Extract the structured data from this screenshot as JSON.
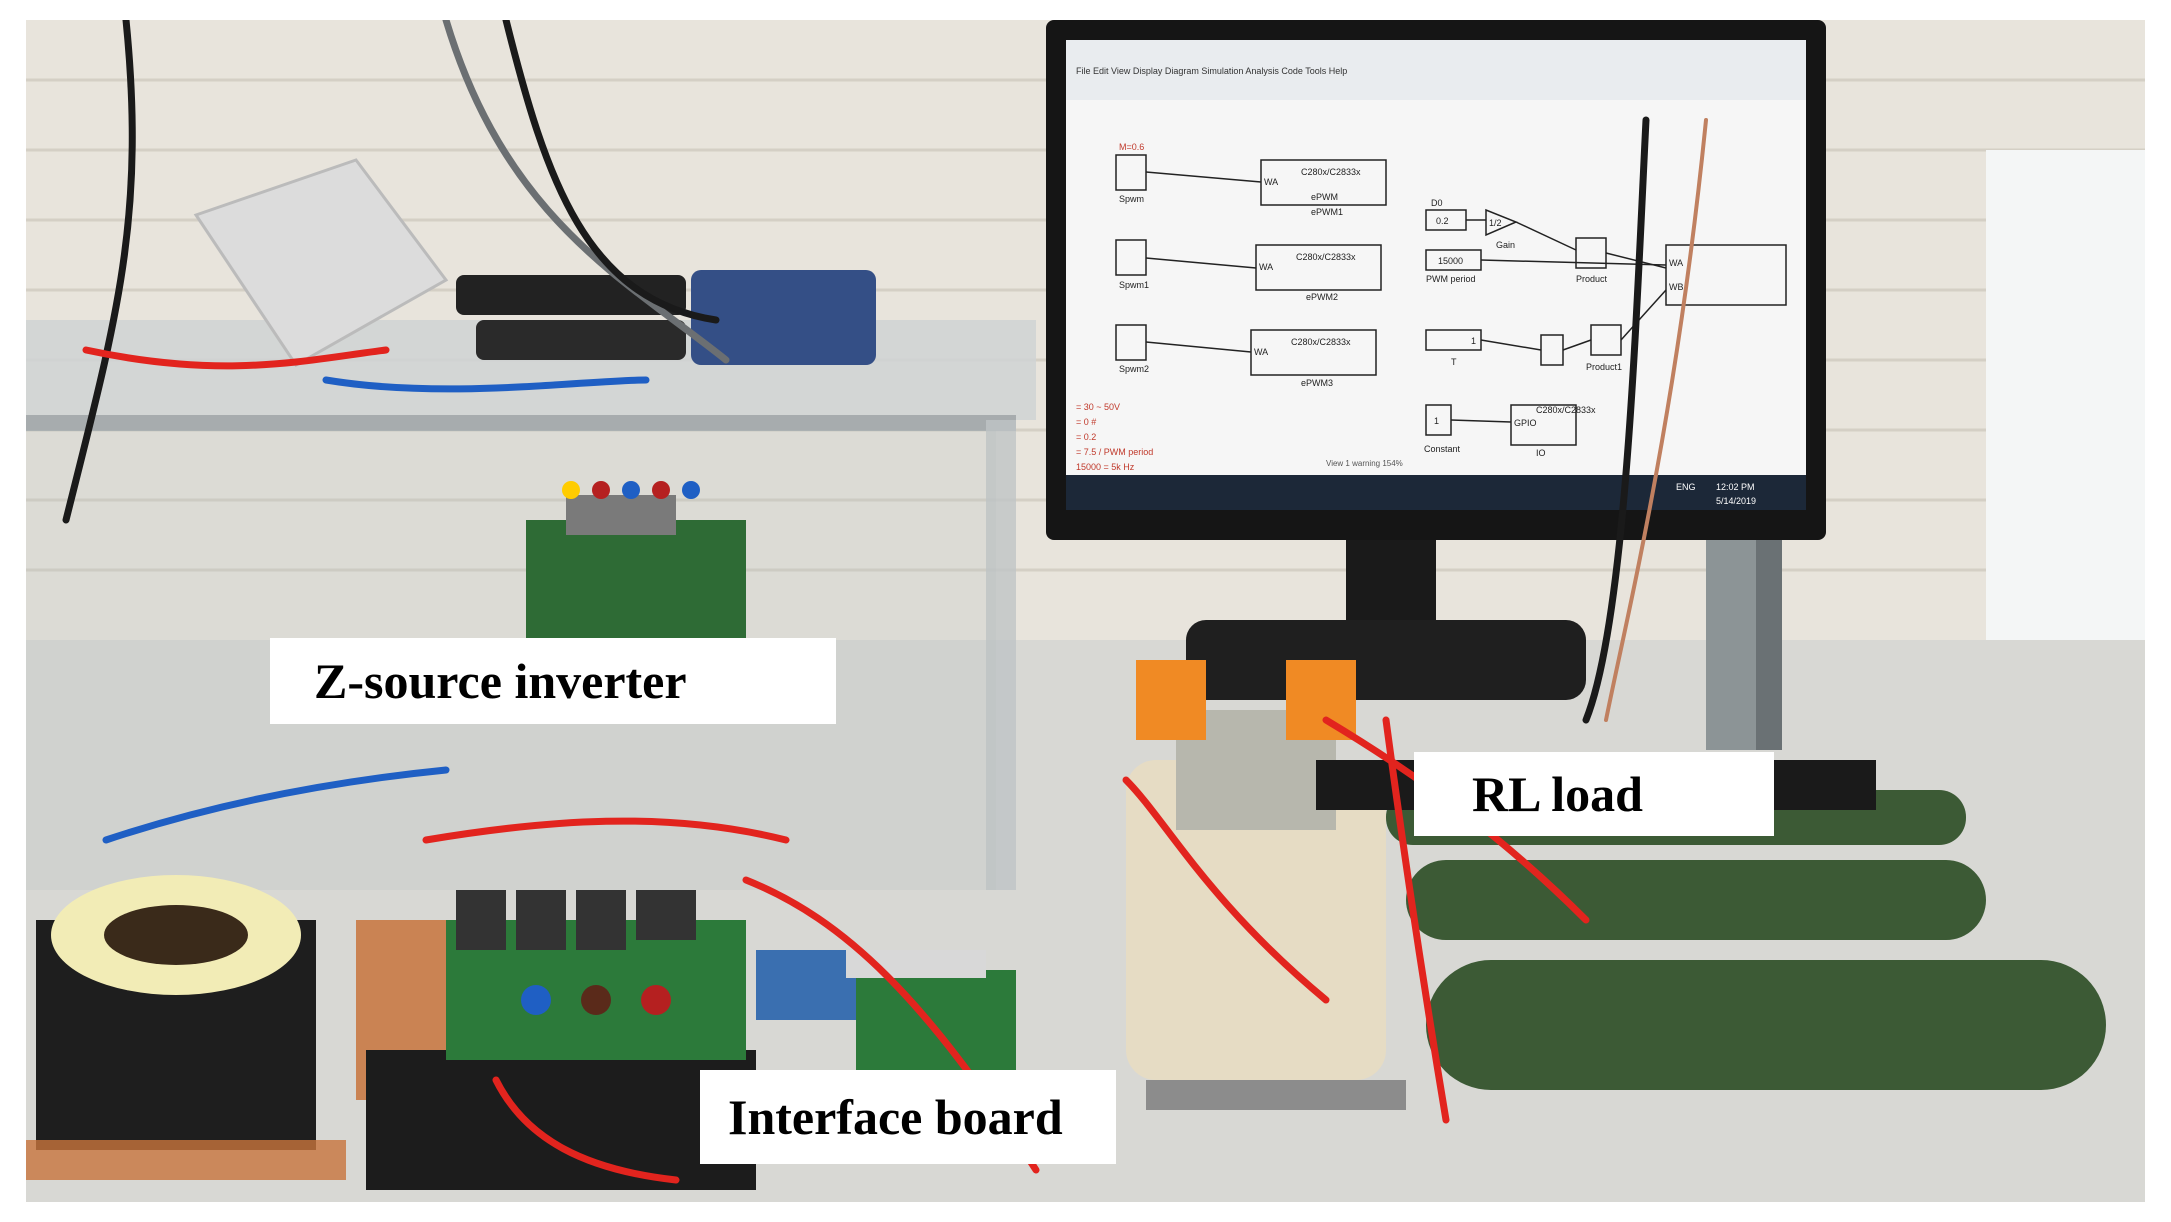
{
  "labels": {
    "z_source": "Z-source inverter",
    "rl_load": "RL load",
    "interface": "Interface board"
  },
  "monitor": {
    "blocks": {
      "m": "M=0.6",
      "spwm": "Spwm",
      "spwm1": "Spwm1",
      "spwm2": "Spwm2",
      "c2833": "C280x/C2833x",
      "epwm": "ePWM",
      "epwm1": "ePWM1",
      "epwm2": "ePWM2",
      "epwm3": "ePWM3",
      "wa": "WA",
      "wb": "WB",
      "d0": "D0",
      "d0val": "0.2",
      "half": "1/2",
      "gain": "Gain",
      "pwmval": "15000",
      "pwmper": "PWM period",
      "t": "T",
      "one": "1",
      "product": "Product",
      "product1": "Product1",
      "constant": "Constant",
      "gpio": "GPIO",
      "io": "IO"
    },
    "annotations": {
      "a1": "= 30 ~ 50V",
      "a2": "= 0 #",
      "a3": "= 0.2",
      "a4": "= 7.5 / PWM period",
      "a5": "15000 = 5k Hz"
    },
    "menu": "File  Edit  View  Display  Diagram  Simulation  Analysis  Code  Tools  Help",
    "status": "View 1 warning  154%",
    "clock": "12:02 PM",
    "date": "5/14/2019",
    "lang": "ENG"
  },
  "colors": {
    "wall": "#e8e4dc",
    "table": "#d8d8d4",
    "heatsink": "#1c1c1c",
    "resistor": "#3c5a35",
    "transformer": "#e6dcc4",
    "wire_red": "#e2241e",
    "wire_blue": "#1f5fc4",
    "terminal_orange": "#f08a24",
    "pcb_green": "#2c7a3a",
    "copper": "#c8743c"
  }
}
